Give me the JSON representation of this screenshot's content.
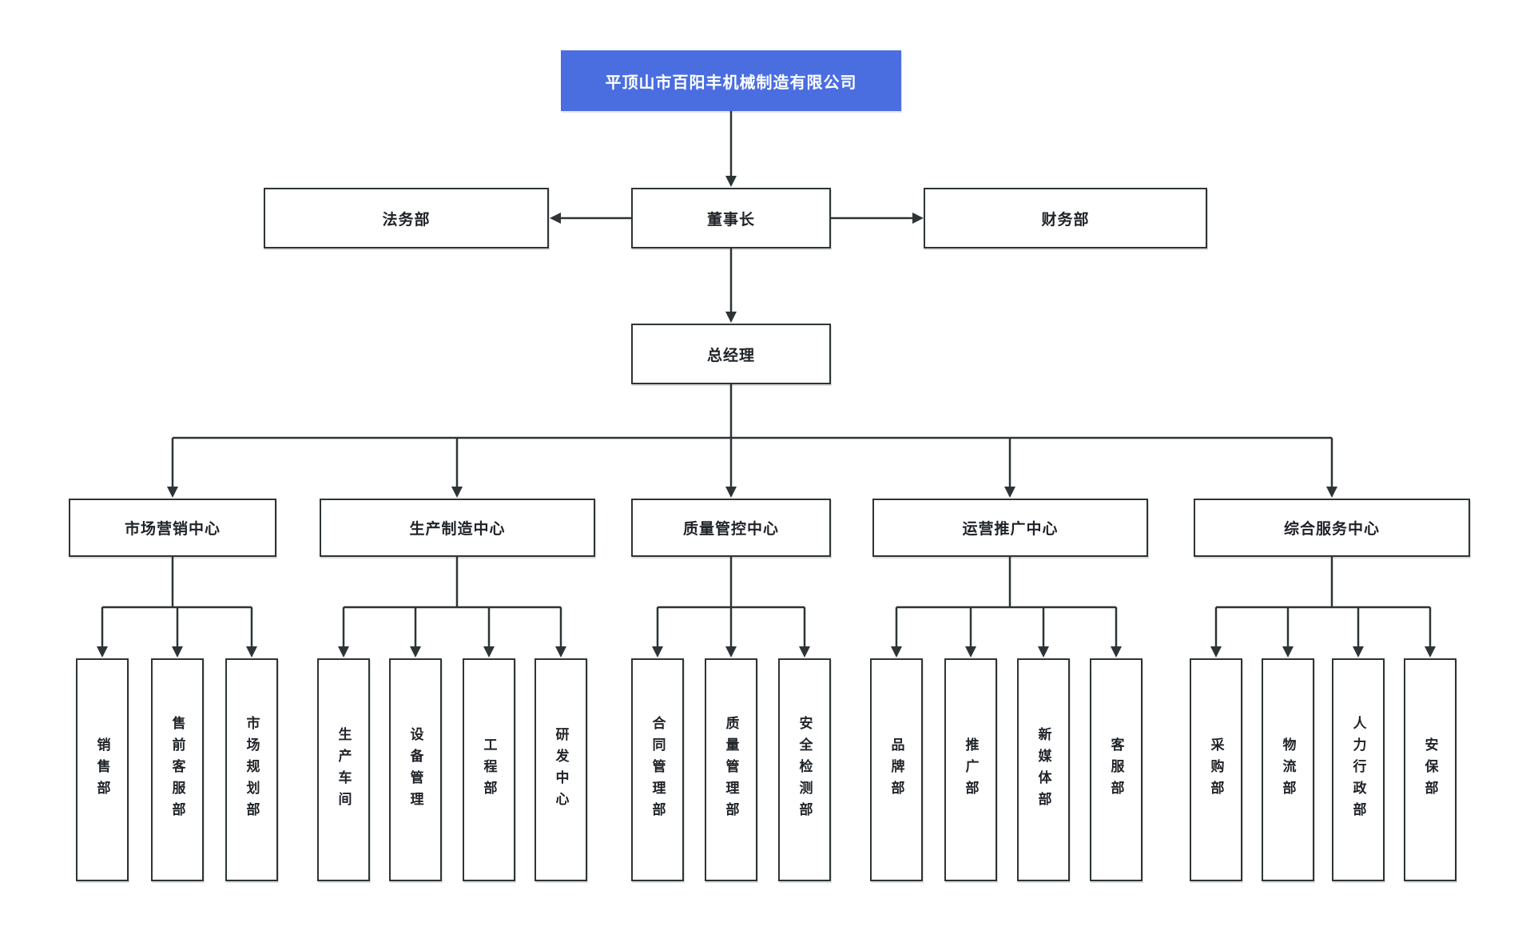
{
  "title": "平顶山市百阳丰机械制造有限公司",
  "nodes": {
    "legal": "法务部",
    "chairman": "董事长",
    "finance": "财务部",
    "gm": "总经理"
  },
  "centers": [
    {
      "label": "市场营销中心",
      "children": [
        "销售部",
        "售前客服部",
        "市场规划部"
      ]
    },
    {
      "label": "生产制造中心",
      "children": [
        "生产车间",
        "设备管理",
        "工程部",
        "研发中心"
      ]
    },
    {
      "label": "质量管控中心",
      "children": [
        "合同管理部",
        "质量管理部",
        "安全检测部"
      ]
    },
    {
      "label": "运营推广中心",
      "children": [
        "品牌部",
        "推广部",
        "新媒体部",
        "客服部"
      ]
    },
    {
      "label": "综合服务中心",
      "children": [
        "采购部",
        "物流部",
        "人力行政部",
        "安保部"
      ]
    }
  ],
  "colors": {
    "accent_blue": "#4A6EE0",
    "line_dark": "#2D3436",
    "node_text": "#1F2328",
    "title_text": "#FFFFFF",
    "background": "#FFFFFF"
  }
}
